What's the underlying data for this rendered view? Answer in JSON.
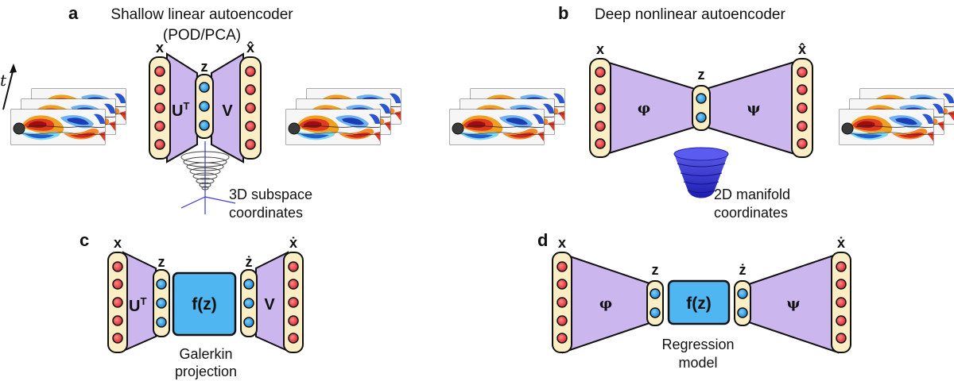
{
  "panels": {
    "a": {
      "label": "a",
      "title_line1": "Shallow linear autoencoder",
      "title_line2": "(POD/PCA)",
      "x": "x",
      "z": "z",
      "xhat": "x̂",
      "encoder": "U",
      "encoder_sup": "T",
      "decoder": "V",
      "time_label": "t",
      "caption_line1": "3D subspace",
      "caption_line2": "coordinates"
    },
    "b": {
      "label": "b",
      "title": "Deep nonlinear autoencoder",
      "x": "x",
      "z": "z",
      "xhat": "x̂",
      "encoder": "φ",
      "decoder": "ψ",
      "caption_line1": "2D manifold",
      "caption_line2": "coordinates"
    },
    "c": {
      "label": "c",
      "x": "x",
      "z": "z",
      "zdot": "ż",
      "xdot": "ẋ",
      "encoder": "U",
      "encoder_sup": "T",
      "decoder": "V",
      "model": "f(z)",
      "caption_line1": "Galerkin",
      "caption_line2": "projection"
    },
    "d": {
      "label": "d",
      "x": "x",
      "z": "z",
      "zdot": "ż",
      "xdot": "ẋ",
      "encoder": "φ",
      "decoder": "ψ",
      "model": "f(z)",
      "caption_line1": "Regression",
      "caption_line2": "model"
    }
  },
  "colors": {
    "layer_fill": "#fbeec4",
    "trapezoid_fill": "#cbb6ee",
    "node_red": "#e8383d",
    "node_blue": "#2a9de3",
    "model_box": "#4fb6f2",
    "cone_blue": "#3232d4",
    "axis_blue": "#3a3ad8"
  }
}
